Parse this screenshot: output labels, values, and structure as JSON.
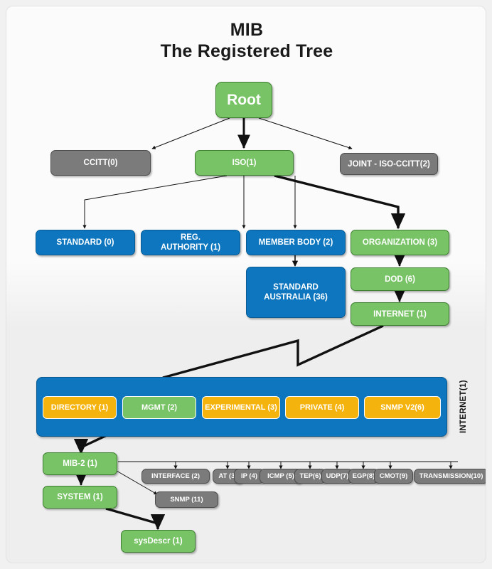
{
  "page": {
    "title_line1": "MIB",
    "title_line2": "The Registered Tree",
    "background": "#f1f1f1"
  },
  "colors": {
    "green": "#77c365",
    "blue": "#0d76bf",
    "gray": "#7b7b7b",
    "orange": "#f5b30d",
    "text": "#ffffff",
    "stroke": "#000000"
  },
  "nodes": {
    "root": "Root",
    "ccitt": "CCITT(0)",
    "iso": "ISO(1)",
    "joint": "JOINT - ISO-CCITT(2)",
    "standard": "STANDARD (0)",
    "reg_authority": "REG.\nAUTHORITY (1)",
    "reg_authority_l1": "REG.",
    "reg_authority_l2": "AUTHORITY (1)",
    "member_body": "MEMBER BODY (2)",
    "organization": "ORGANIZATION (3)",
    "standard_australia_l1": "STANDARD",
    "standard_australia_l2": "AUSTRALIA (36)",
    "dod": "DOD (6)",
    "internet": "INTERNET (1)",
    "mib2": "MIB-2 (1)",
    "system": "SYSTEM (1)",
    "sysdescr": "sysDescr (1)",
    "snmp_11": "SNMP (11)"
  },
  "internet_band": {
    "side_label": "INTERNET(1)",
    "children": [
      {
        "label": "DIRECTORY (1)",
        "color": "orange"
      },
      {
        "label": "MGMT (2)",
        "color": "green"
      },
      {
        "label": "EXPERIMENTAL (3)",
        "color": "orange"
      },
      {
        "label": "PRIVATE (4)",
        "color": "orange"
      },
      {
        "label": "SNMP V2(6)",
        "color": "orange"
      }
    ]
  },
  "mib2_children": [
    {
      "label": "INTERFACE (2)"
    },
    {
      "label": "AT (3)"
    },
    {
      "label": "IP (4)"
    },
    {
      "label": "ICMP (5)"
    },
    {
      "label": "TEP(6)"
    },
    {
      "label": "UDP(7)"
    },
    {
      "label": "EGP(8)"
    },
    {
      "label": "CMOT(9)"
    },
    {
      "label": "TRANSMISSION(10)"
    }
  ]
}
